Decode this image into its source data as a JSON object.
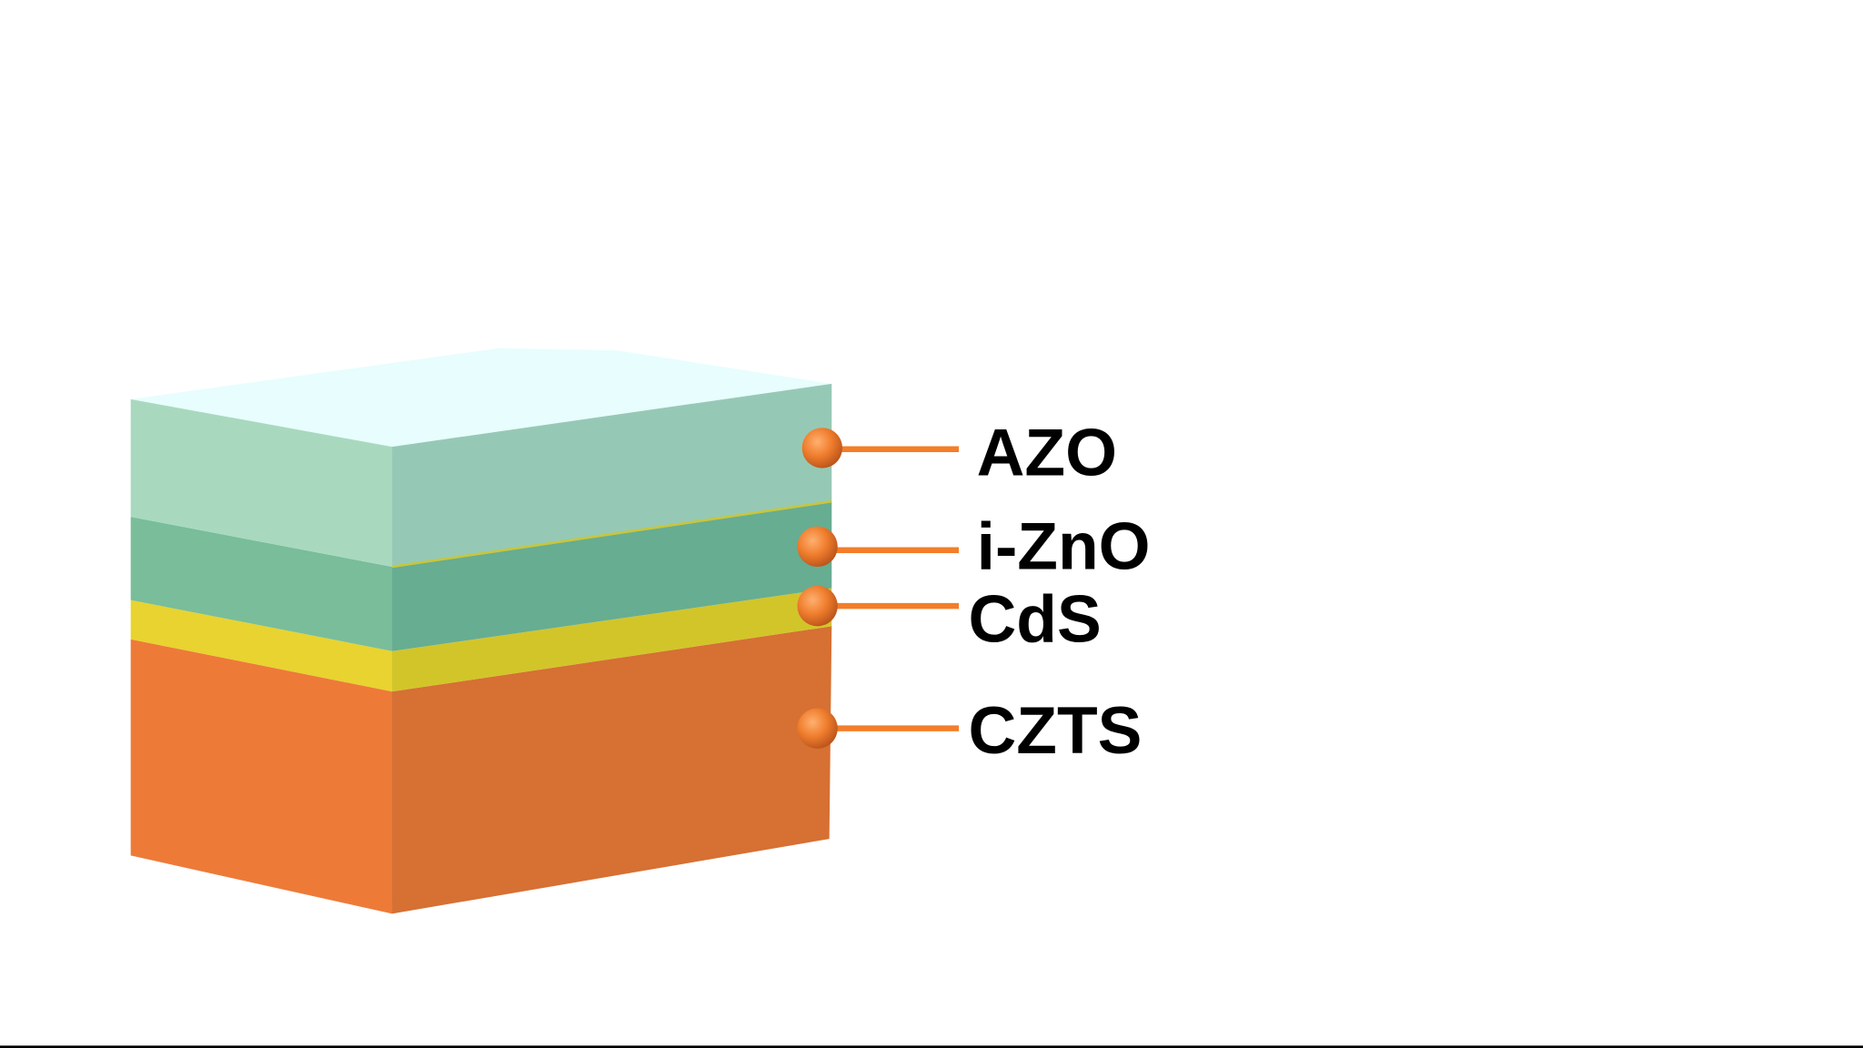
{
  "title": "CZTS solar cell layer stack",
  "layers": [
    {
      "label": "AZO",
      "front": "#a8d9bf",
      "side": "#96c9b5"
    },
    {
      "label": "i-ZnO",
      "front": "#79bd9a",
      "side": "#66ad92"
    },
    {
      "label": "CdS",
      "front": "#e8d330",
      "side": "#d2c52a"
    },
    {
      "label": "CZTS",
      "front": "#ee7a38",
      "side": "#d67033"
    }
  ],
  "colors": {
    "top_face": "#e8fdfd",
    "marker": "#f07e2e",
    "leader": "#f47d2a"
  }
}
